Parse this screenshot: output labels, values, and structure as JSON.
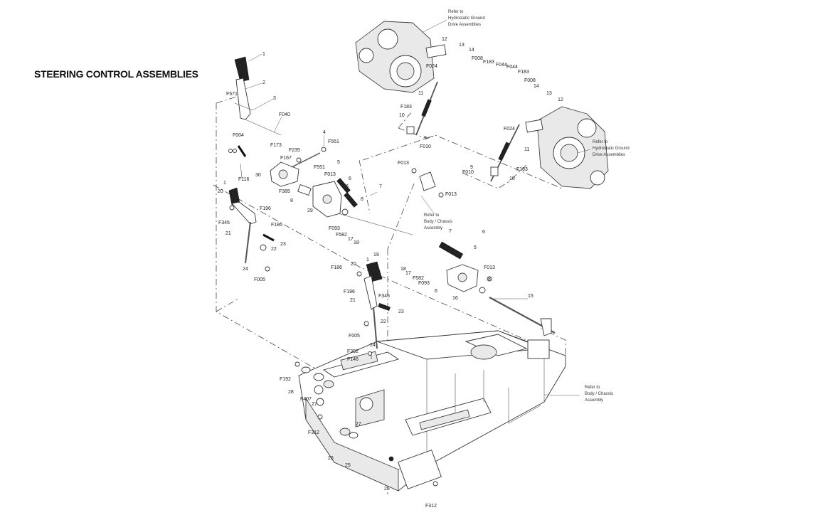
{
  "page_title": "STEERING CONTROL ASSEMBLIES",
  "references": {
    "hydro_ground_drive": [
      "Refer to",
      "Hydrostatic Ground",
      "Drive Assemblies"
    ],
    "body_chassis": [
      "Refer to",
      "Body / Chassis",
      "Assembly"
    ]
  },
  "callouts": [
    {
      "id": "c-1a",
      "text": "1"
    },
    {
      "id": "c-2a",
      "text": "2"
    },
    {
      "id": "c-3",
      "text": "3"
    },
    {
      "id": "c-F571",
      "text": "F571"
    },
    {
      "id": "c-F040",
      "text": "F040"
    },
    {
      "id": "c-F004",
      "text": "F004"
    },
    {
      "id": "c-4",
      "text": "4"
    },
    {
      "id": "c-F551a",
      "text": "F551"
    },
    {
      "id": "c-F173",
      "text": "F173"
    },
    {
      "id": "c-F235",
      "text": "F235"
    },
    {
      "id": "c-F167",
      "text": "F167"
    },
    {
      "id": "c-F551b",
      "text": "F551"
    },
    {
      "id": "c-30",
      "text": "30"
    },
    {
      "id": "c-F116",
      "text": "F116"
    },
    {
      "id": "c-F385",
      "text": "F385"
    },
    {
      "id": "c-8a",
      "text": "8"
    },
    {
      "id": "c-F013a",
      "text": "F013"
    },
    {
      "id": "c-5a",
      "text": "5"
    },
    {
      "id": "c-6a",
      "text": "6"
    },
    {
      "id": "c-7a",
      "text": "7"
    },
    {
      "id": "c-6b",
      "text": "6"
    },
    {
      "id": "c-8b",
      "text": "8"
    },
    {
      "id": "c-29",
      "text": "29"
    },
    {
      "id": "c-1b",
      "text": "1"
    },
    {
      "id": "c-20a",
      "text": "20"
    },
    {
      "id": "c-F345a",
      "text": "F345"
    },
    {
      "id": "c-F196a",
      "text": "F196"
    },
    {
      "id": "c-F186a",
      "text": "F186"
    },
    {
      "id": "c-21a",
      "text": "21"
    },
    {
      "id": "c-23a",
      "text": "23"
    },
    {
      "id": "c-22a",
      "text": "22"
    },
    {
      "id": "c-24a",
      "text": "24"
    },
    {
      "id": "c-F005a",
      "text": "F005"
    },
    {
      "id": "c-F093a",
      "text": "F093"
    },
    {
      "id": "c-F582a",
      "text": "F582"
    },
    {
      "id": "c-17a",
      "text": "17"
    },
    {
      "id": "c-18a",
      "text": "18"
    },
    {
      "id": "c-19",
      "text": "19"
    },
    {
      "id": "c-F013b",
      "text": "F013"
    },
    {
      "id": "c-F013c",
      "text": "F013"
    },
    {
      "id": "c-12a",
      "text": "12"
    },
    {
      "id": "c-13a",
      "text": "13"
    },
    {
      "id": "c-14a",
      "text": "14"
    },
    {
      "id": "c-F024a",
      "text": "F024"
    },
    {
      "id": "c-F008a",
      "text": "F008"
    },
    {
      "id": "c-F183a",
      "text": "F183"
    },
    {
      "id": "c-F044a",
      "text": "F044"
    },
    {
      "id": "c-11a",
      "text": "11"
    },
    {
      "id": "c-F183b",
      "text": "F183"
    },
    {
      "id": "c-10a",
      "text": "10"
    },
    {
      "id": "c-9a",
      "text": "9"
    },
    {
      "id": "c-F010a",
      "text": "F010"
    },
    {
      "id": "c-F044b",
      "text": "F044"
    },
    {
      "id": "c-F183c",
      "text": "F183"
    },
    {
      "id": "c-F008b",
      "text": "F008"
    },
    {
      "id": "c-14b",
      "text": "14"
    },
    {
      "id": "c-13b",
      "text": "13"
    },
    {
      "id": "c-12b",
      "text": "12"
    },
    {
      "id": "c-F024b",
      "text": "F024"
    },
    {
      "id": "c-11b",
      "text": "11"
    },
    {
      "id": "c-F010b",
      "text": "F010"
    },
    {
      "id": "c-9b",
      "text": "9"
    },
    {
      "id": "c-10b",
      "text": "10"
    },
    {
      "id": "c-F183d",
      "text": "F183"
    },
    {
      "id": "c-6c",
      "text": "6"
    },
    {
      "id": "c-7b",
      "text": "7"
    },
    {
      "id": "c-5b",
      "text": "5"
    },
    {
      "id": "c-F013d",
      "text": "F013"
    },
    {
      "id": "c-8c",
      "text": "8"
    },
    {
      "id": "c-16",
      "text": "16"
    },
    {
      "id": "c-6d",
      "text": "6"
    },
    {
      "id": "c-18b",
      "text": "18"
    },
    {
      "id": "c-17b",
      "text": "17"
    },
    {
      "id": "c-F582b",
      "text": "F582"
    },
    {
      "id": "c-F093b",
      "text": "F093"
    },
    {
      "id": "c-15",
      "text": "15"
    },
    {
      "id": "c-1c",
      "text": "1"
    },
    {
      "id": "c-20b",
      "text": "20"
    },
    {
      "id": "c-F186b",
      "text": "F186"
    },
    {
      "id": "c-F196b",
      "text": "F196"
    },
    {
      "id": "c-F345b",
      "text": "F345"
    },
    {
      "id": "c-21b",
      "text": "21"
    },
    {
      "id": "c-23b",
      "text": "23"
    },
    {
      "id": "c-22b",
      "text": "22"
    },
    {
      "id": "c-F005b",
      "text": "F005"
    },
    {
      "id": "c-24b",
      "text": "24"
    },
    {
      "id": "c-F392",
      "text": "F392"
    },
    {
      "id": "c-F146",
      "text": "F146"
    },
    {
      "id": "c-F192",
      "text": "F192"
    },
    {
      "id": "c-28",
      "text": "28"
    },
    {
      "id": "c-F407",
      "text": "F407"
    },
    {
      "id": "c-27a",
      "text": "27"
    },
    {
      "id": "c-F312a",
      "text": "F312"
    },
    {
      "id": "c-27b",
      "text": "27"
    },
    {
      "id": "c-26",
      "text": "26"
    },
    {
      "id": "c-25a",
      "text": "25"
    },
    {
      "id": "c-25b",
      "text": "25"
    },
    {
      "id": "c-F312b",
      "text": "F312"
    }
  ]
}
